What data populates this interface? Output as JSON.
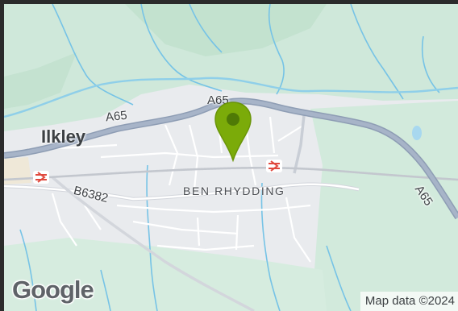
{
  "map": {
    "places": {
      "town": "Ilkley",
      "area": "BEN RHYDDING"
    },
    "roads": [
      {
        "id": "a65-west",
        "label": "A65"
      },
      {
        "id": "a65-north",
        "label": "A65"
      },
      {
        "id": "a65-east",
        "label": "A65"
      },
      {
        "id": "b6382",
        "label": "B6382"
      }
    ],
    "markers": [
      {
        "name": "location-pin",
        "color": "#7bab09"
      }
    ],
    "icons": [
      "rail-station-icon",
      "rail-station-icon"
    ],
    "logo_text": "Google",
    "attribution": "Map data ©2024",
    "colors": {
      "land": "#e9ebee",
      "woodland": "#c8e6d6",
      "major_road": "#9aa8bd",
      "water": "#76c3e6",
      "rail": "#e04a3f"
    }
  }
}
